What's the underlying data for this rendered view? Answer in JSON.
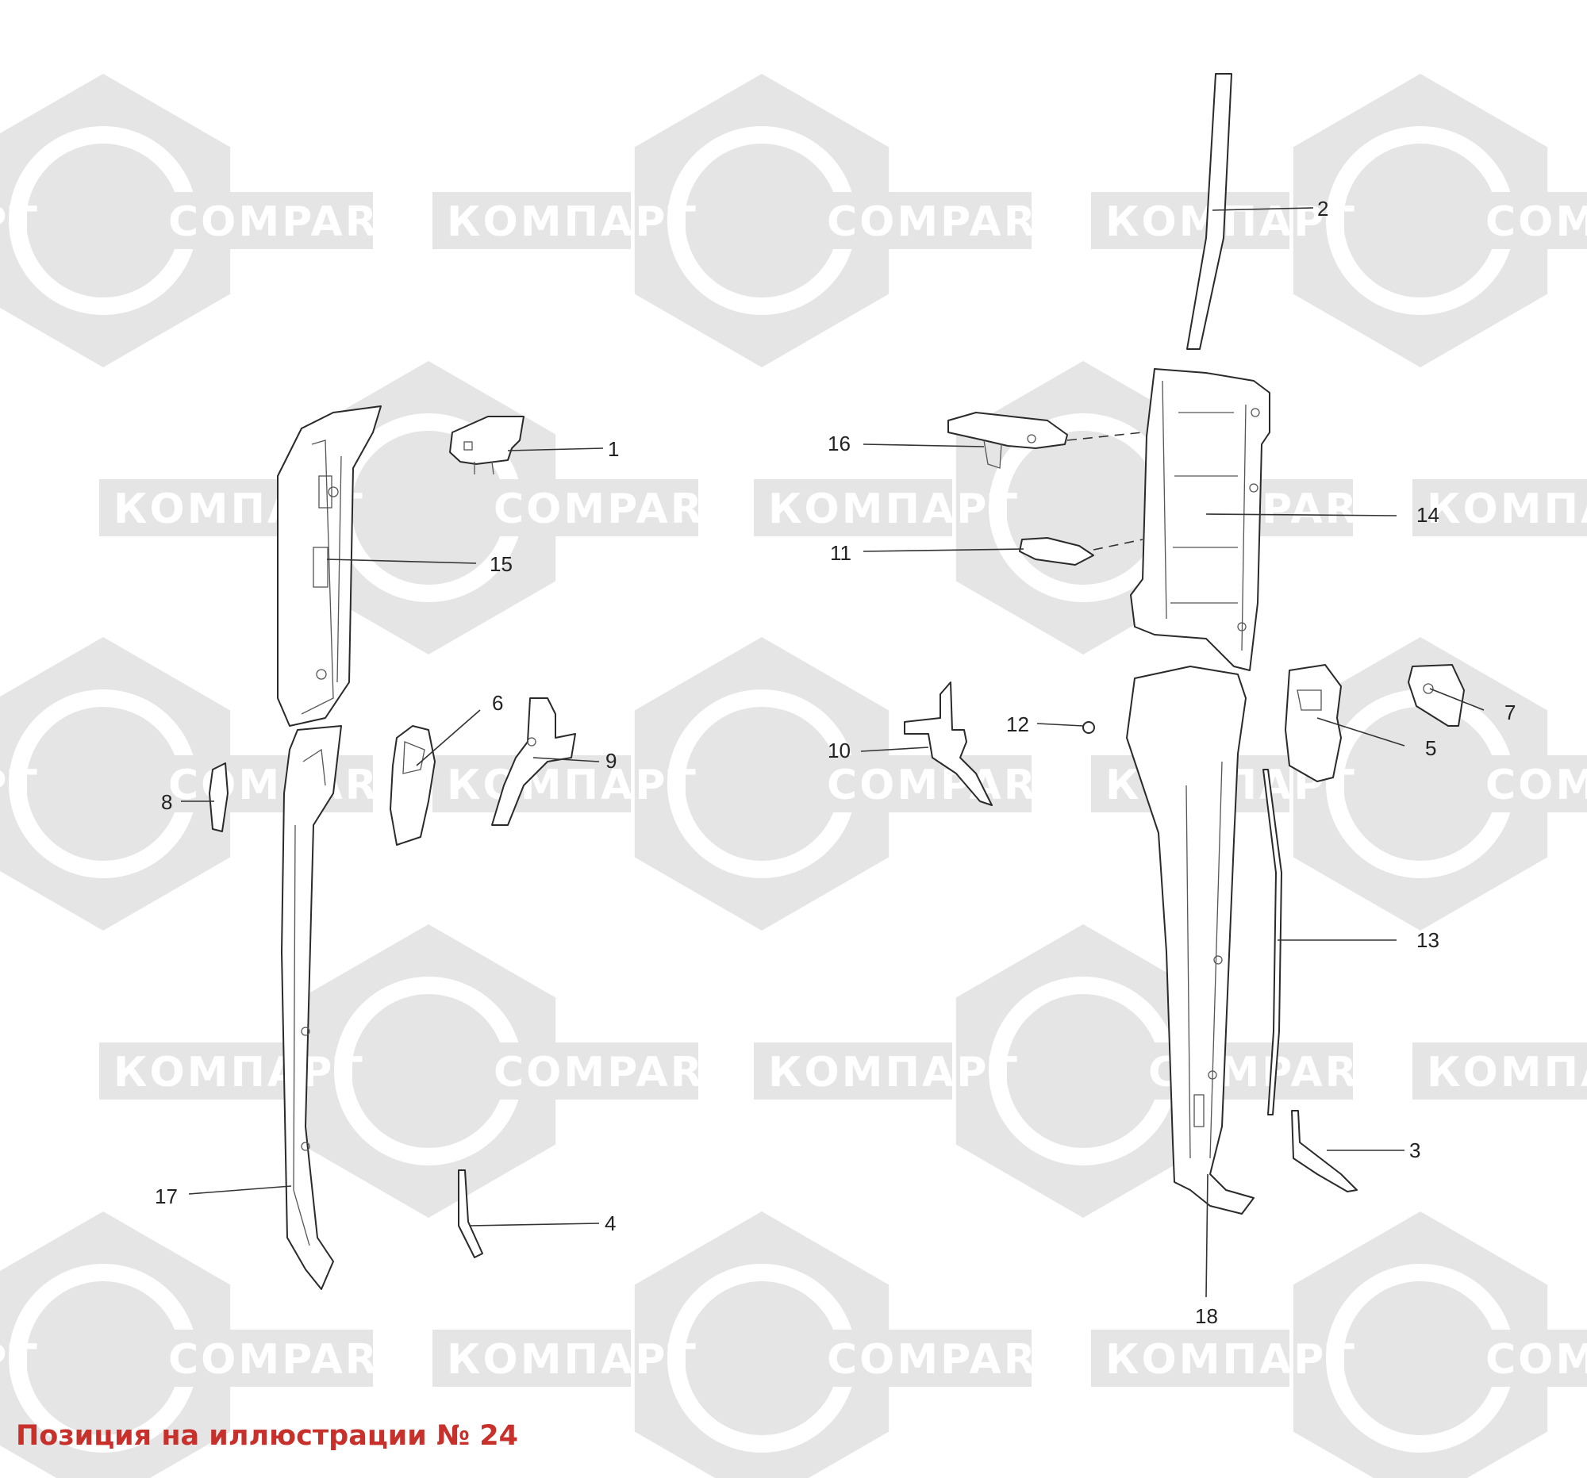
{
  "watermark": {
    "latin": "COMPART",
    "cyrillic": "КОМПАРТ",
    "color": "#e5e5e5"
  },
  "callouts": [
    {
      "number": "1"
    },
    {
      "number": "2"
    },
    {
      "number": "3"
    },
    {
      "number": "4"
    },
    {
      "number": "5"
    },
    {
      "number": "6"
    },
    {
      "number": "7"
    },
    {
      "number": "8"
    },
    {
      "number": "9"
    },
    {
      "number": "10"
    },
    {
      "number": "11"
    },
    {
      "number": "12"
    },
    {
      "number": "13"
    },
    {
      "number": "14"
    },
    {
      "number": "15"
    },
    {
      "number": "16"
    },
    {
      "number": "17"
    },
    {
      "number": "18"
    }
  ],
  "caption": {
    "text": "Позиция на иллюстрации № 24",
    "color": "#c8302b"
  }
}
